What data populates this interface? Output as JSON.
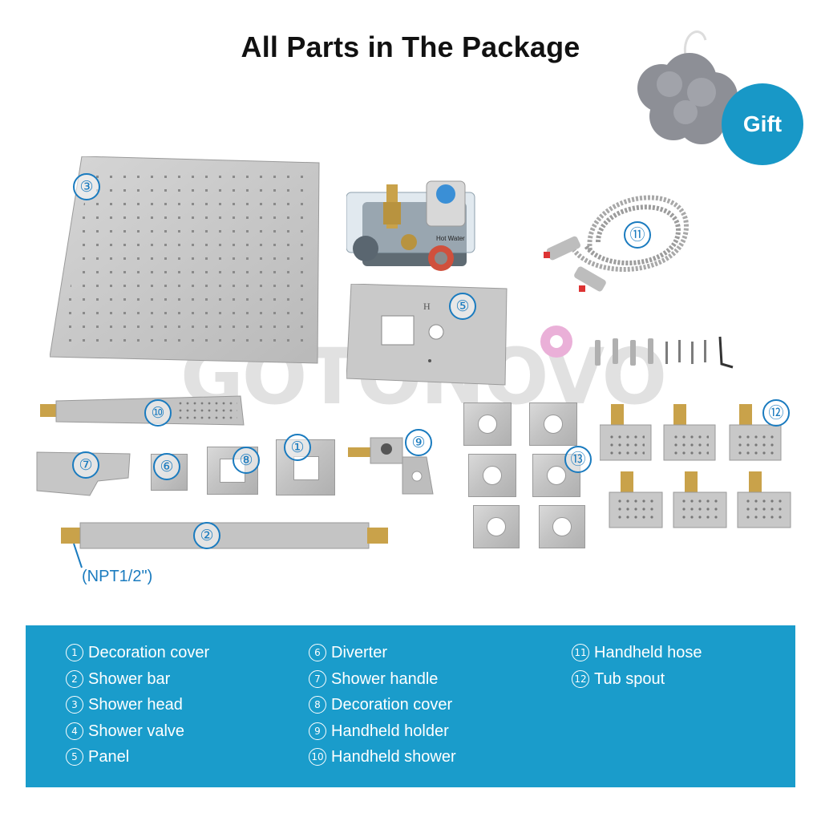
{
  "title": "All Parts in The Package",
  "gift_label": "Gift",
  "watermark": "GOTONOVO",
  "npt_label": "(NPT1/2\")",
  "markers": {
    "m1": "①",
    "m2": "②",
    "m3": "③",
    "m5": "⑤",
    "m6": "⑥",
    "m7": "⑦",
    "m8": "⑧",
    "m9": "⑨",
    "m10": "⑩",
    "m11": "⑪",
    "m12": "⑫",
    "m13": "⑬"
  },
  "valve_labels": {
    "left": "Hot Water"
  },
  "legend": {
    "col1": [
      {
        "num": "1",
        "text": "Decoration cover"
      },
      {
        "num": "2",
        "text": "Shower bar"
      },
      {
        "num": "3",
        "text": "Shower head"
      },
      {
        "num": "4",
        "text": "Shower valve"
      },
      {
        "num": "5",
        "text": "Panel"
      }
    ],
    "col2": [
      {
        "num": "6",
        "text": "Diverter"
      },
      {
        "num": "7",
        "text": "Shower handle"
      },
      {
        "num": "8",
        "text": "Decoration cover"
      },
      {
        "num": "9",
        "text": "Handheld holder"
      },
      {
        "num": "10",
        "text": "Handheld shower"
      }
    ],
    "col3": [
      {
        "num": "11",
        "text": "Handheld hose"
      },
      {
        "num": "12",
        "text": "Tub spout"
      }
    ]
  },
  "colors": {
    "accent": "#1a9ccb",
    "marker": "#1a7bbf"
  }
}
